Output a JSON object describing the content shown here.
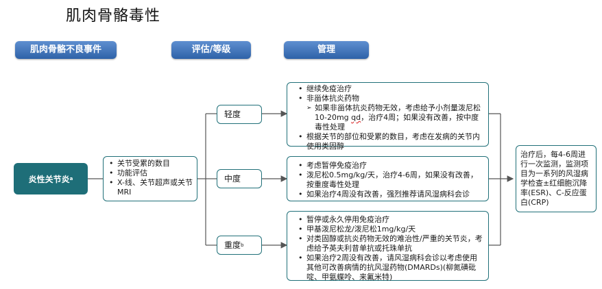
{
  "title": "肌肉骨骼毒性",
  "headers": {
    "event": "肌肉骨骼不良事件",
    "grade": "评估/等级",
    "management": "管理"
  },
  "main_event": {
    "label": "炎性关节炎",
    "sup": "a"
  },
  "assessment": [
    "关节受累的数目",
    "功能评估",
    "X-线、关节超声或关节 MRI"
  ],
  "grades": {
    "mild": {
      "label": "轻度"
    },
    "moderate": {
      "label": "中度"
    },
    "severe": {
      "label": "重度",
      "sup": "b"
    }
  },
  "management": {
    "mild": {
      "item1": "继续免疫治疗",
      "item2": "非甾体抗炎药物",
      "sub1_pre": "如果非甾体抗炎药物无效，考虑给予小剂量泼尼松10-20mg ",
      "sub1_wavy": "qd",
      "sub1_post": "，治疗4周；如果没有改善，按中度毒性处理",
      "item3": "根据关节的部位和受累的数目，考虑在发病的关节内使用类固醇"
    },
    "moderate": [
      "考虑暂停免疫治疗",
      "泼尼松0.5mg/kg/天，治疗4-6周，如果没有改善，按重度毒性处理",
      "如果治疗4周没有改善，强烈推荐请风湿病科会诊"
    ],
    "severe": [
      "暂停或永久停用免疫治疗",
      "甲基泼尼松龙/泼尼松1mg/kg/天",
      "对类固醇或抗炎药物无效的难治性/严重的关节炎，考虑给予英夫利昔单抗或托珠单抗",
      "如果治疗2周没有改善，请风湿病科会诊以考虑使用其他可改善病情的抗风湿药物(DMARDs)(柳氮磺砒啶、甲氨蝶呤、来氟米特)"
    ]
  },
  "monitoring": "治疗后，每4-6周进行一次监测，监测项目为一系列的风湿病学检查±红细胞沉降率(ESR)、C-反应蛋白(CRP)"
}
